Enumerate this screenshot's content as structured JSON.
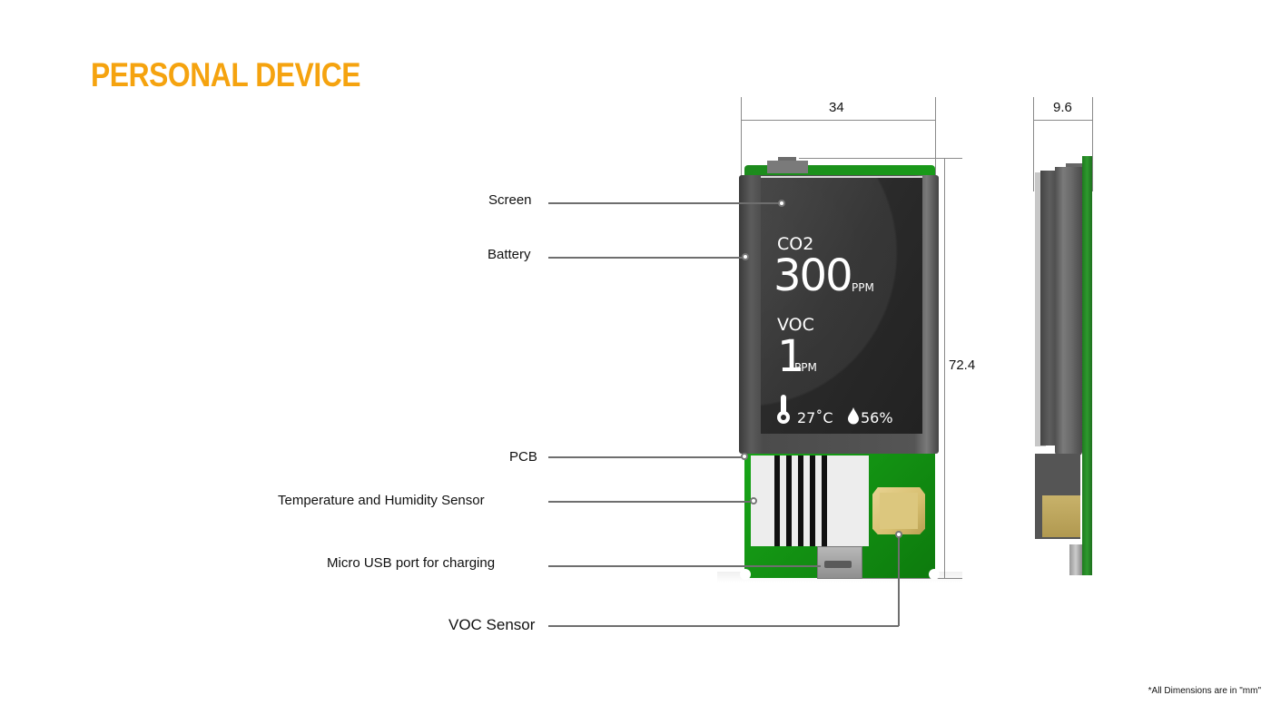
{
  "title": "PERSONAL DEVICE",
  "accent_color": "#f5a30f",
  "callouts": {
    "screen": "Screen",
    "battery": "Battery",
    "pcb": "PCB",
    "temp_humidity_sensor": "Temperature and Humidity Sensor",
    "micro_usb": "Micro USB port for charging",
    "voc_sensor": "VOC Sensor"
  },
  "dimensions": {
    "width": "34",
    "height": "72.4",
    "depth": "9.6"
  },
  "display": {
    "co2_label": "CO2",
    "co2_value": "300",
    "co2_unit": "PPM",
    "voc_label": "VOC",
    "voc_value": "1",
    "voc_unit": "PPM",
    "temperature": "27˚C",
    "humidity": "56%",
    "temperature_icon": "thermometer-icon",
    "humidity_icon": "droplet-icon"
  },
  "footnote": "*All Dimensions are in \"mm\""
}
